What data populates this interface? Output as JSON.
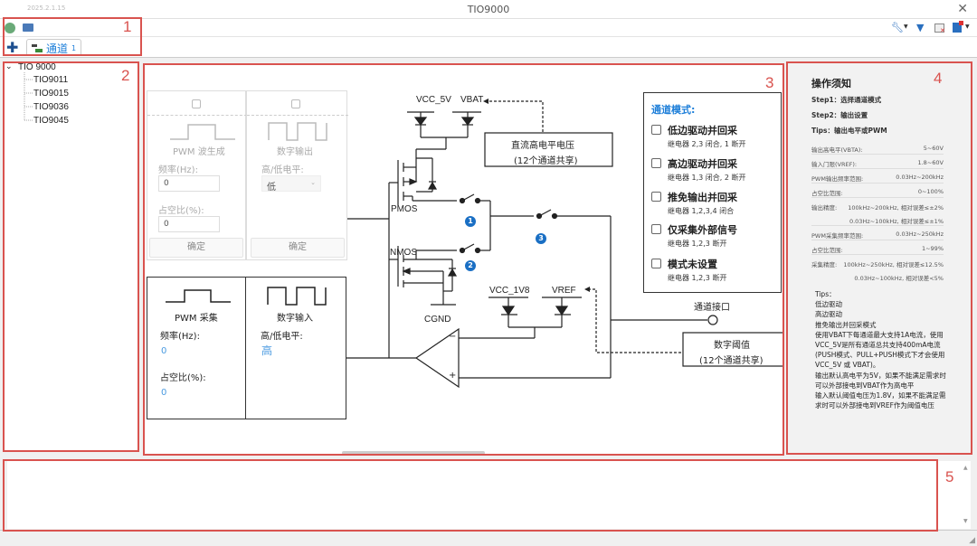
{
  "window": {
    "version": "2025.2.1.15",
    "title": "TIO9000",
    "close_icon": "close-icon"
  },
  "toolbar": {
    "left_icons": [
      "clock-icon",
      "message-icon"
    ],
    "right_icons": [
      "wrench-icon",
      "filter-icon",
      "window-close-icon",
      "export-icon"
    ]
  },
  "tabs": {
    "add_icon": "plus-icon",
    "channel_tab": {
      "label": "通道",
      "number": "1",
      "icon": "channel-icon"
    }
  },
  "annotations": [
    "1",
    "2",
    "3",
    "4",
    "5"
  ],
  "tree": {
    "root": "TIO 9000",
    "children": [
      "TIO9011",
      "TIO9015",
      "TIO9036",
      "TIO9045"
    ]
  },
  "output_panels": {
    "pwm_gen": {
      "title": "PWM 波生成",
      "freq_label": "频率(Hz):",
      "freq_value": "0",
      "duty_label": "占空比(%):",
      "duty_value": "0",
      "confirm": "确定"
    },
    "digital_out": {
      "title": "数字输出",
      "level_label": "高/低电平:",
      "level_value": "低",
      "confirm": "确定"
    }
  },
  "input_panels": {
    "pwm_cap": {
      "title": "PWM 采集",
      "freq_label": "频率(Hz):",
      "freq_value": "0",
      "duty_label": "占空比(%):",
      "duty_value": "0"
    },
    "digital_in": {
      "title": "数字输入",
      "level_label": "高/低电平:",
      "level_value": "高"
    }
  },
  "circuit": {
    "vcc5v": "VCC_5V",
    "vbat": "VBAT",
    "dc_box_line1": "直流高电平电压",
    "dc_box_line2": "(12个通道共享)",
    "pmos": "PMOS",
    "nmos": "NMOS",
    "cgnd": "CGND",
    "vcc1v8": "VCC_1V8",
    "vref": "VREF",
    "port": "通道接口",
    "th_box_line1": "数字阈值",
    "th_box_line2": "(12个通道共享)",
    "relay1": "1",
    "relay2": "2",
    "relay3": "3",
    "minus": "−",
    "plus": "+",
    "accent": "#1a6fc4"
  },
  "modes": {
    "title": "通道模式:",
    "items": [
      {
        "label": "低边驱动并回采",
        "sub": "继电器 2,3 闭合, 1 断开"
      },
      {
        "label": "高边驱动并回采",
        "sub": "继电器 1,3 闭合, 2 断开"
      },
      {
        "label": "推免输出并回采",
        "sub": "继电器 1,2,3,4 闭合"
      },
      {
        "label": "仅采集外部信号",
        "sub": "继电器 1,2,3 断开"
      },
      {
        "label": "模式未设置",
        "sub": "继电器 1,2,3 断开"
      }
    ]
  },
  "notes": {
    "title": "操作须知",
    "steps": [
      "Step1：选择通道模式",
      "Step2：输出设置",
      "Tips：输出电平或PWM"
    ],
    "specs": [
      {
        "k": "输出高电平(VBTA):",
        "v": "5~60V"
      },
      {
        "k": "输入门限(VREF):",
        "v": "1.8~60V"
      },
      {
        "k": "PWM输出频率范围:",
        "v": "0.03Hz~200kHz"
      },
      {
        "k": "占空比范围:",
        "v": "0~100%"
      },
      {
        "k": "输出精度:",
        "v": "100kHz~200kHz, 相对误差≤±2%"
      },
      {
        "k": "",
        "v": "0.03Hz~100kHz, 相对误差≤±1%"
      },
      {
        "k": "PWM采集频率范围:",
        "v": "0.03Hz~250kHz"
      },
      {
        "k": "占空比范围:",
        "v": "1~99%"
      },
      {
        "k": "采集精度:",
        "v": "100kHz~250kHz, 相对误差≤12.5%"
      },
      {
        "k": "",
        "v": "0.03Hz~100kHz, 相对误差<5%"
      }
    ],
    "tips": [
      "Tips：",
      "低边驱动",
      "高边驱动",
      "推免输出并回采模式",
      "使用VBAT下每通道最大支持1A电流，使用VCC_5V是所有通道总共支持400mA电流(PUSH模式、PULL+PUSH模式下才会使用VCC_5V 或 VBAT)。",
      "输出默认高电平为5V，如果不能满足需求时可以外部接电到VBAT作为高电平",
      "输入默认阈值电压为1.8V，如果不能满足需求时可以外部接电到VREF作为阈值电压"
    ]
  },
  "colors": {
    "annotation": "#d9534f",
    "accent": "#1e7fd9"
  }
}
